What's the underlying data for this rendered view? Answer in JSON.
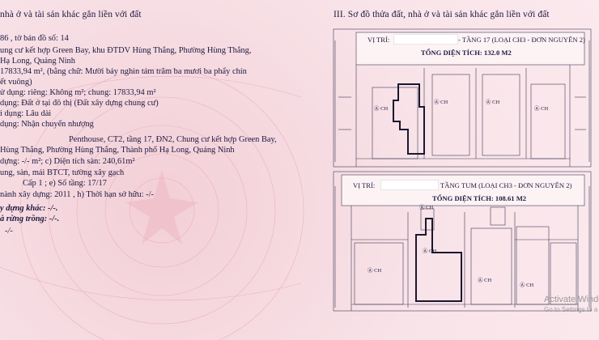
{
  "left": {
    "heading": "nhà ở và tài sản khác gắn liền với đất",
    "lines": [
      "86                   , tờ bản đồ số:             14",
      "ung cư kết hợp Green Bay, khu ĐTDV Hùng Thắng, Phường Hùng Thắng,",
      "Hạ Long, Quảng Ninh",
      "17833,94   m², (bằng chữ: Mười bảy nghìn tám trăm ba mươi ba phẩy chín",
      "ết vuông)",
      "ử dụng: riêng:  Không       m²; chung:    17833,94      m²",
      "dụng:  Đất ở tại đô thị (Đất xây dựng chung cư)",
      "i dụng:  Lâu dài",
      "dụng:  Nhận chuyển nhượng",
      "Penthouse, CT2, tầng 17, ĐN2, Chung cư kết hợp Green Bay,",
      "Hùng Thắng, Phường Hùng Thắng, Thành phố Hạ Long, Quảng Ninh",
      "dựng:     -/-               m²; c) Diện tích sàn:          240,61m²",
      "ung, sàn, mái BTCT, tường xây gạch",
      "Cấp 1           ; e) Số tầng:   17/17",
      "nành xây dựng: 2011               , h) Thời hạn sở hữu:  -/-",
      "y dựng khác: -/-.",
      "à rừng trồng:  -/-.",
      "-/-"
    ]
  },
  "right": {
    "heading": "III. Sơ đồ thửa đất, nhà ở và tài sản khác gắn liền với đất",
    "plan1": {
      "prefix": "VỊ TRÍ:",
      "title": "- TẦNG  17 (LOẠI CH3 - ĐƠN NGUYÊN 2)",
      "area": "TỔNG DIỆN TÍCH: 132.0 M2"
    },
    "plan2": {
      "prefix": "VỊ TRÍ:",
      "title": "TẦNG  TUM (LOẠI CH3 - ĐƠN NGUYÊN 2)",
      "area": "TỔNG DIỆN TÍCH: 108.61 M2"
    },
    "unit_labels": [
      "Ⓐ CH",
      "Ⓐ CH",
      "Ⓐ CH",
      "Ⓐ CH",
      "Ⓐ CH",
      "Ⓐ CH",
      "Ⓐ CH",
      "Ⓐ CH",
      "Ⓐ CH"
    ]
  },
  "watermark": {
    "title": "Activate Windows",
    "subtitle": "Go to Settings to activate Windows."
  },
  "colors": {
    "background": "#f7dde3",
    "text": "#1e1a40",
    "plan_lines": "#3f3a55",
    "pattern": "#e9a9b6"
  }
}
